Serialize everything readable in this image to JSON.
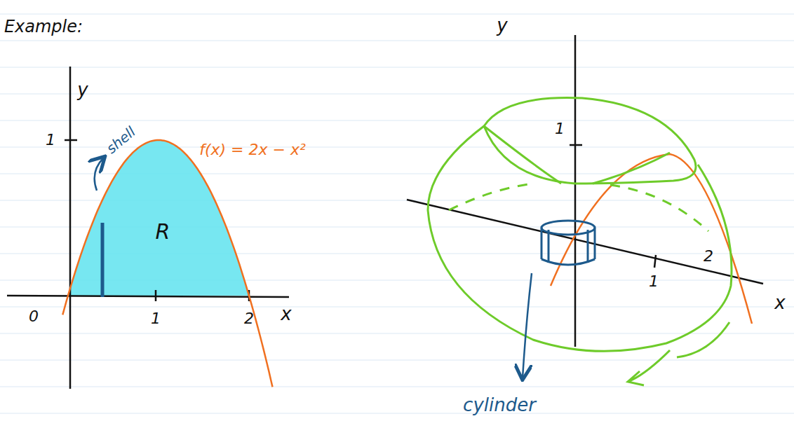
{
  "diagram": {
    "labels": [
      "Example:",
      "y",
      "shell",
      "f(x) = 2x − x²",
      "1",
      "R",
      "0",
      "1",
      "2",
      "x",
      "y",
      "1",
      "1",
      "2",
      "x",
      "cylinder"
    ]
  }
}
